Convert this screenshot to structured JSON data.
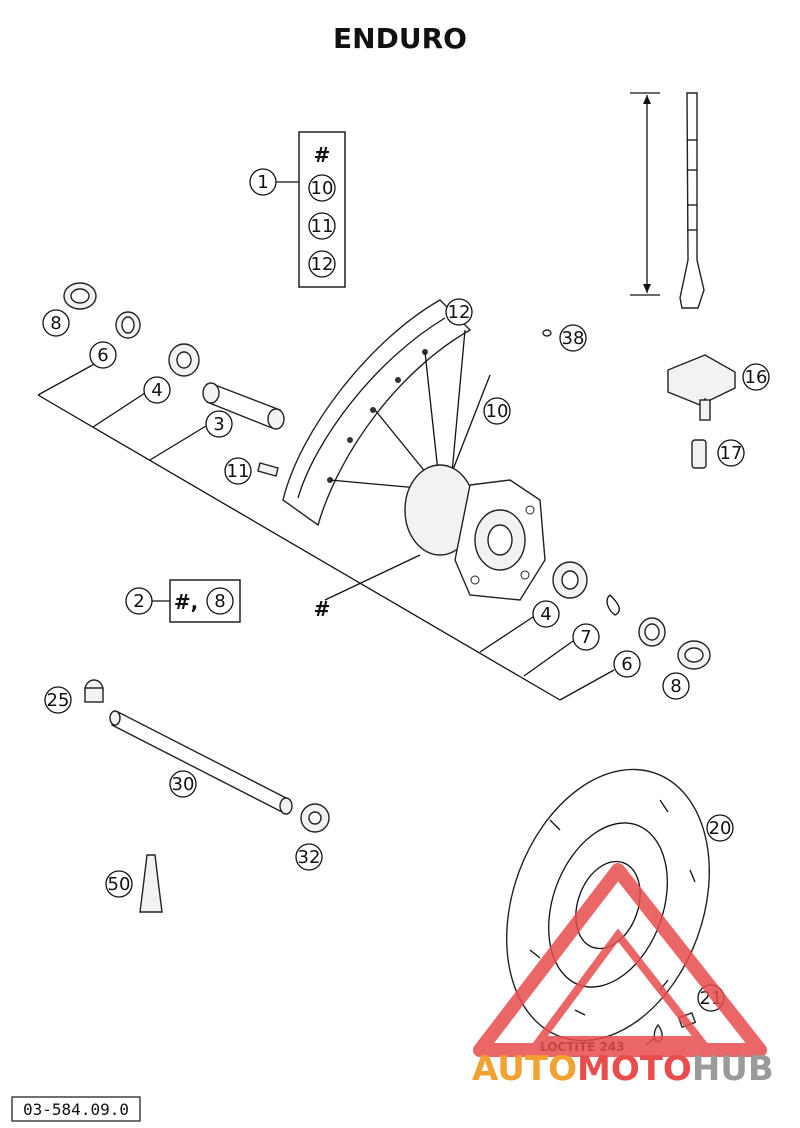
{
  "title": "ENDURO",
  "drawing_code": "03-584.09.0",
  "note": "LOCTITE 243",
  "watermark": {
    "part1": "AUTO",
    "part2": "MOTO",
    "part3": "HUB",
    "color_orange": "#f2a233",
    "color_red": "#e84c4c",
    "color_gray": "#9a9a9a"
  },
  "group_box": {
    "hash": "#",
    "items": [
      "10",
      "11",
      "12"
    ]
  },
  "hub_label": "#",
  "kit2_label": "#,",
  "callouts": {
    "c1": "1",
    "c2": "2",
    "c2b": "8",
    "c3": "3",
    "c4a": "4",
    "c4b": "4",
    "c6a": "6",
    "c6b": "6",
    "c7": "7",
    "c8a": "8",
    "c8b": "8",
    "c10": "10",
    "c11": "11",
    "c12": "12",
    "c16": "16",
    "c17": "17",
    "c20": "20",
    "c21": "21",
    "c25": "25",
    "c30": "30",
    "c32": "32",
    "c38": "38",
    "c50": "50"
  }
}
